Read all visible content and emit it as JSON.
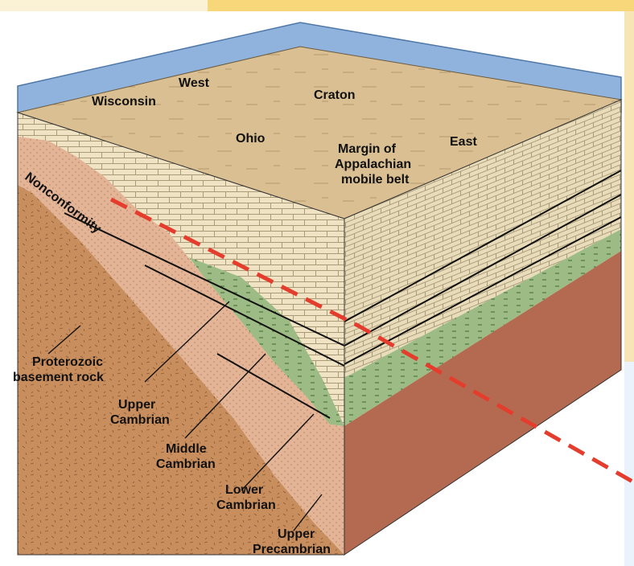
{
  "regions": {
    "west": "West",
    "wisconsin": "Wisconsin",
    "craton": "Craton",
    "ohio": "Ohio",
    "margin_line1": "Margin of",
    "margin_line2": "Appalachian",
    "margin_line3": "mobile belt",
    "east": "East"
  },
  "feature": "Nonconformity",
  "callouts": {
    "proterozoic_line1": "Proterozoic",
    "proterozoic_line2": "basement rock",
    "upper_cambrian_line1": "Upper",
    "upper_cambrian_line2": "Cambrian",
    "middle_cambrian_line1": "Middle",
    "middle_cambrian_line2": "Cambrian",
    "lower_cambrian_line1": "Lower",
    "lower_cambrian_line2": "Cambrian",
    "upper_precambrian_line1": "Upper",
    "upper_precambrian_line2": "Precambrian"
  },
  "colors": {
    "sea": "#8fb3dd",
    "top_surface": "#d9bf92",
    "limestone": "#efe3c4",
    "shale": "#9dbb84",
    "sandstone": "#e0b08f",
    "basement_left": "#c98e5e",
    "basement_right": "#b46a50",
    "dashed_line": "#e53d2d",
    "side_panel": "#f7e5b5",
    "header_bar": "#f8d77a"
  }
}
